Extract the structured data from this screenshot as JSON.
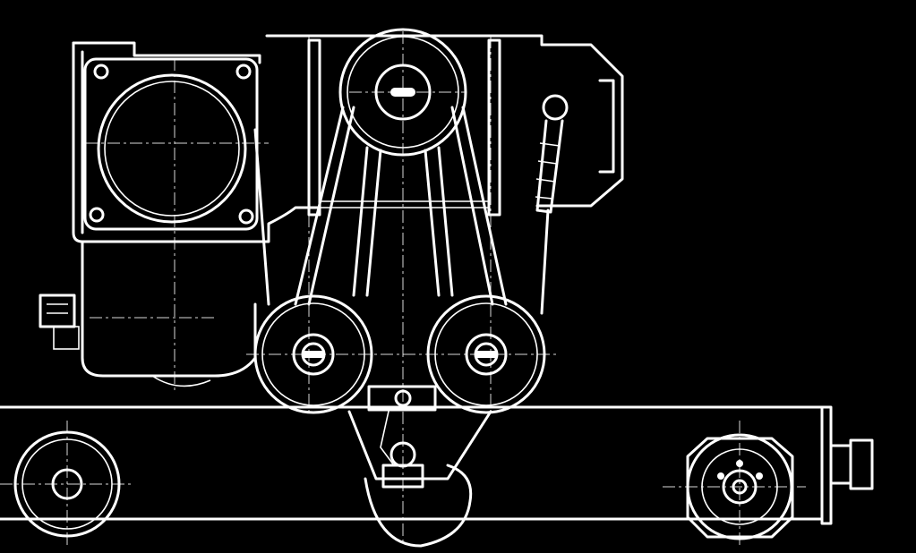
{
  "drawing": {
    "style": "white line art on black background (technical drawing, no text)",
    "colors": {
      "background": "#000000",
      "lines": "#ffffff"
    },
    "components": [
      "housing",
      "motor",
      "top-pulley",
      "belt",
      "lower-pulley-left",
      "lower-pulley-right",
      "rail-beam",
      "rail-wheel-left",
      "rail-wheel-right",
      "end-stop",
      "tension-spring",
      "hook-block",
      "connector-box"
    ]
  }
}
